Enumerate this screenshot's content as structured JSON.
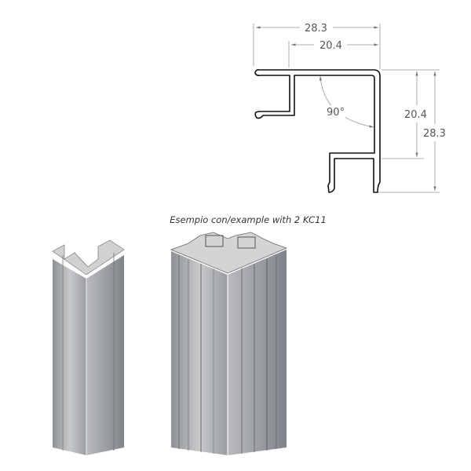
{
  "drawing": {
    "dim_width_total": "28.3",
    "dim_width_inner": "20.4",
    "dim_height_inner": "20.4",
    "dim_height_total": "28.3",
    "angle": "90°"
  },
  "caption": "Esempio con/example with 2 KC11",
  "colors": {
    "line": "#111111",
    "dimension": "#888888",
    "metal": "#a9acae"
  }
}
